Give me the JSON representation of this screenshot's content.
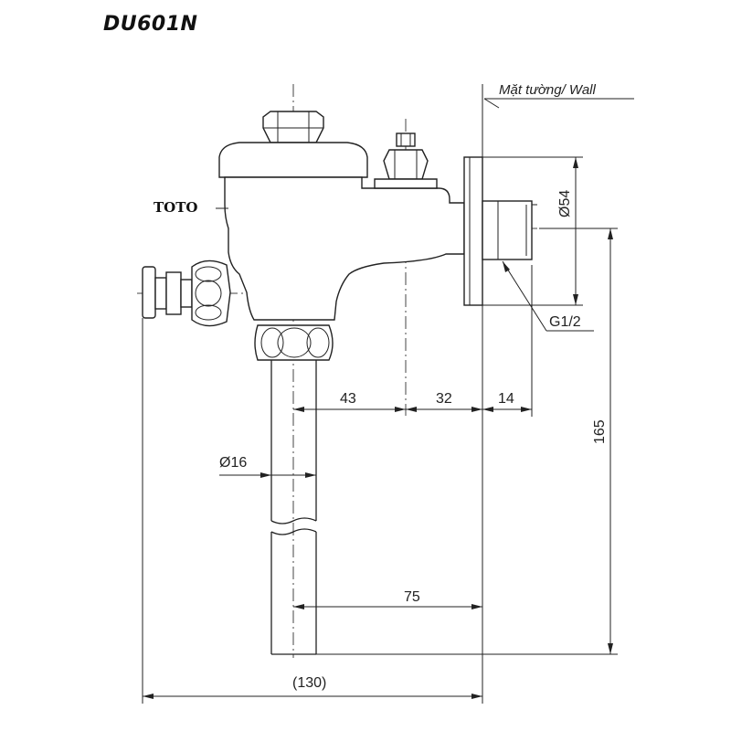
{
  "title": "DU601N",
  "brand_label": "TOTO",
  "wall_label": "Mặt tường/ Wall",
  "dimensions": {
    "d43": "43",
    "d32": "32",
    "d14": "14",
    "d16": "Ø16",
    "d54": "Ø54",
    "g12": "G1/2",
    "d165": "165",
    "d75": "75",
    "d130": "(130)"
  }
}
